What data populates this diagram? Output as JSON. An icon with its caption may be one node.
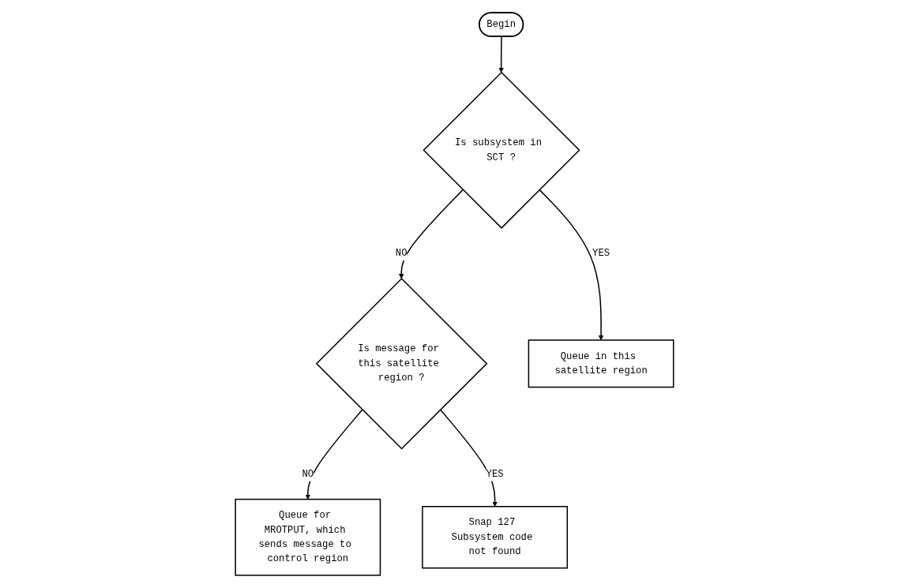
{
  "diagram": {
    "nodes": [
      {
        "text": [
          "Begin"
        ]
      },
      {
        "text": [
          "Is subsystem in SCT ?"
        ]
      },
      {
        "text": [
          "Is message for this satellite region ?"
        ]
      },
      {
        "text": [
          "Queue for MROTPUT, which sends message to control region"
        ]
      },
      {
        "text": [
          "Queue in this satellite region"
        ]
      },
      {
        "text": [
          "Snap 127 Subsystem code not found"
        ]
      }
    ],
    "edges": [
      {
        "from": 0,
        "to": 1,
        "arrow": "to"
      },
      {
        "from": 1,
        "to": 2,
        "label": "NO",
        "arrow": "to"
      },
      {
        "from": 2,
        "to": 3,
        "label": "NO",
        "arrow": "to"
      },
      {
        "from": 1,
        "to": 4,
        "label": "YES",
        "arrow": "to"
      },
      {
        "from": 2,
        "to": 5,
        "label": "YES",
        "arrow": "to"
      }
    ]
  }
}
